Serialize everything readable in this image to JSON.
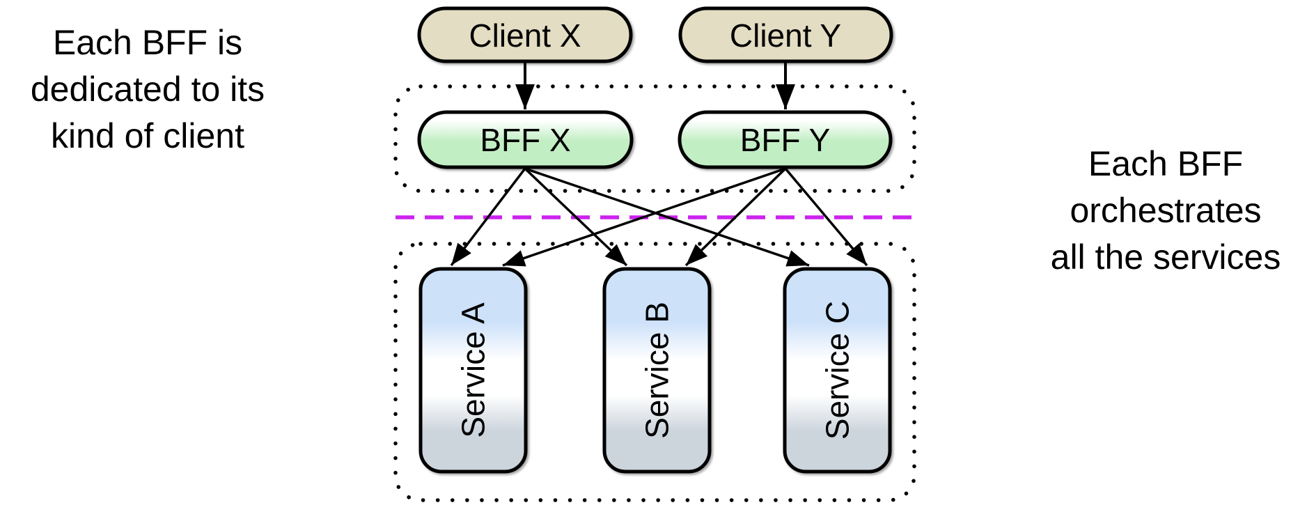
{
  "diagram": {
    "annotations": {
      "left": {
        "lines": [
          "Each BFF is",
          "dedicated to its",
          "kind of client"
        ]
      },
      "right": {
        "lines": [
          "Each BFF",
          "orchestrates",
          "all the services"
        ]
      }
    },
    "nodes": {
      "client_x": {
        "label": "Client X"
      },
      "client_y": {
        "label": "Client Y"
      },
      "bff_x": {
        "label": "BFF X"
      },
      "bff_y": {
        "label": "BFF Y"
      },
      "service_a": {
        "label": "Service A"
      },
      "service_b": {
        "label": "Service B"
      },
      "service_c": {
        "label": "Service C"
      }
    },
    "edges": [
      {
        "from": "Client X",
        "to": "BFF X"
      },
      {
        "from": "Client Y",
        "to": "BFF Y"
      },
      {
        "from": "BFF X",
        "to": "Service A"
      },
      {
        "from": "BFF X",
        "to": "Service B"
      },
      {
        "from": "BFF X",
        "to": "Service C"
      },
      {
        "from": "BFF Y",
        "to": "Service A"
      },
      {
        "from": "BFF Y",
        "to": "Service B"
      },
      {
        "from": "BFF Y",
        "to": "Service C"
      }
    ],
    "colors": {
      "client_fill": "#e3ddc3",
      "bff_top": "#ffffff",
      "bff_green": "#c2eec4",
      "service_blue": "#cde1f9",
      "service_mid": "#ffffff",
      "service_gray": "#ccd4dc",
      "separator": "#cc22ee",
      "stroke": "#000000"
    }
  }
}
